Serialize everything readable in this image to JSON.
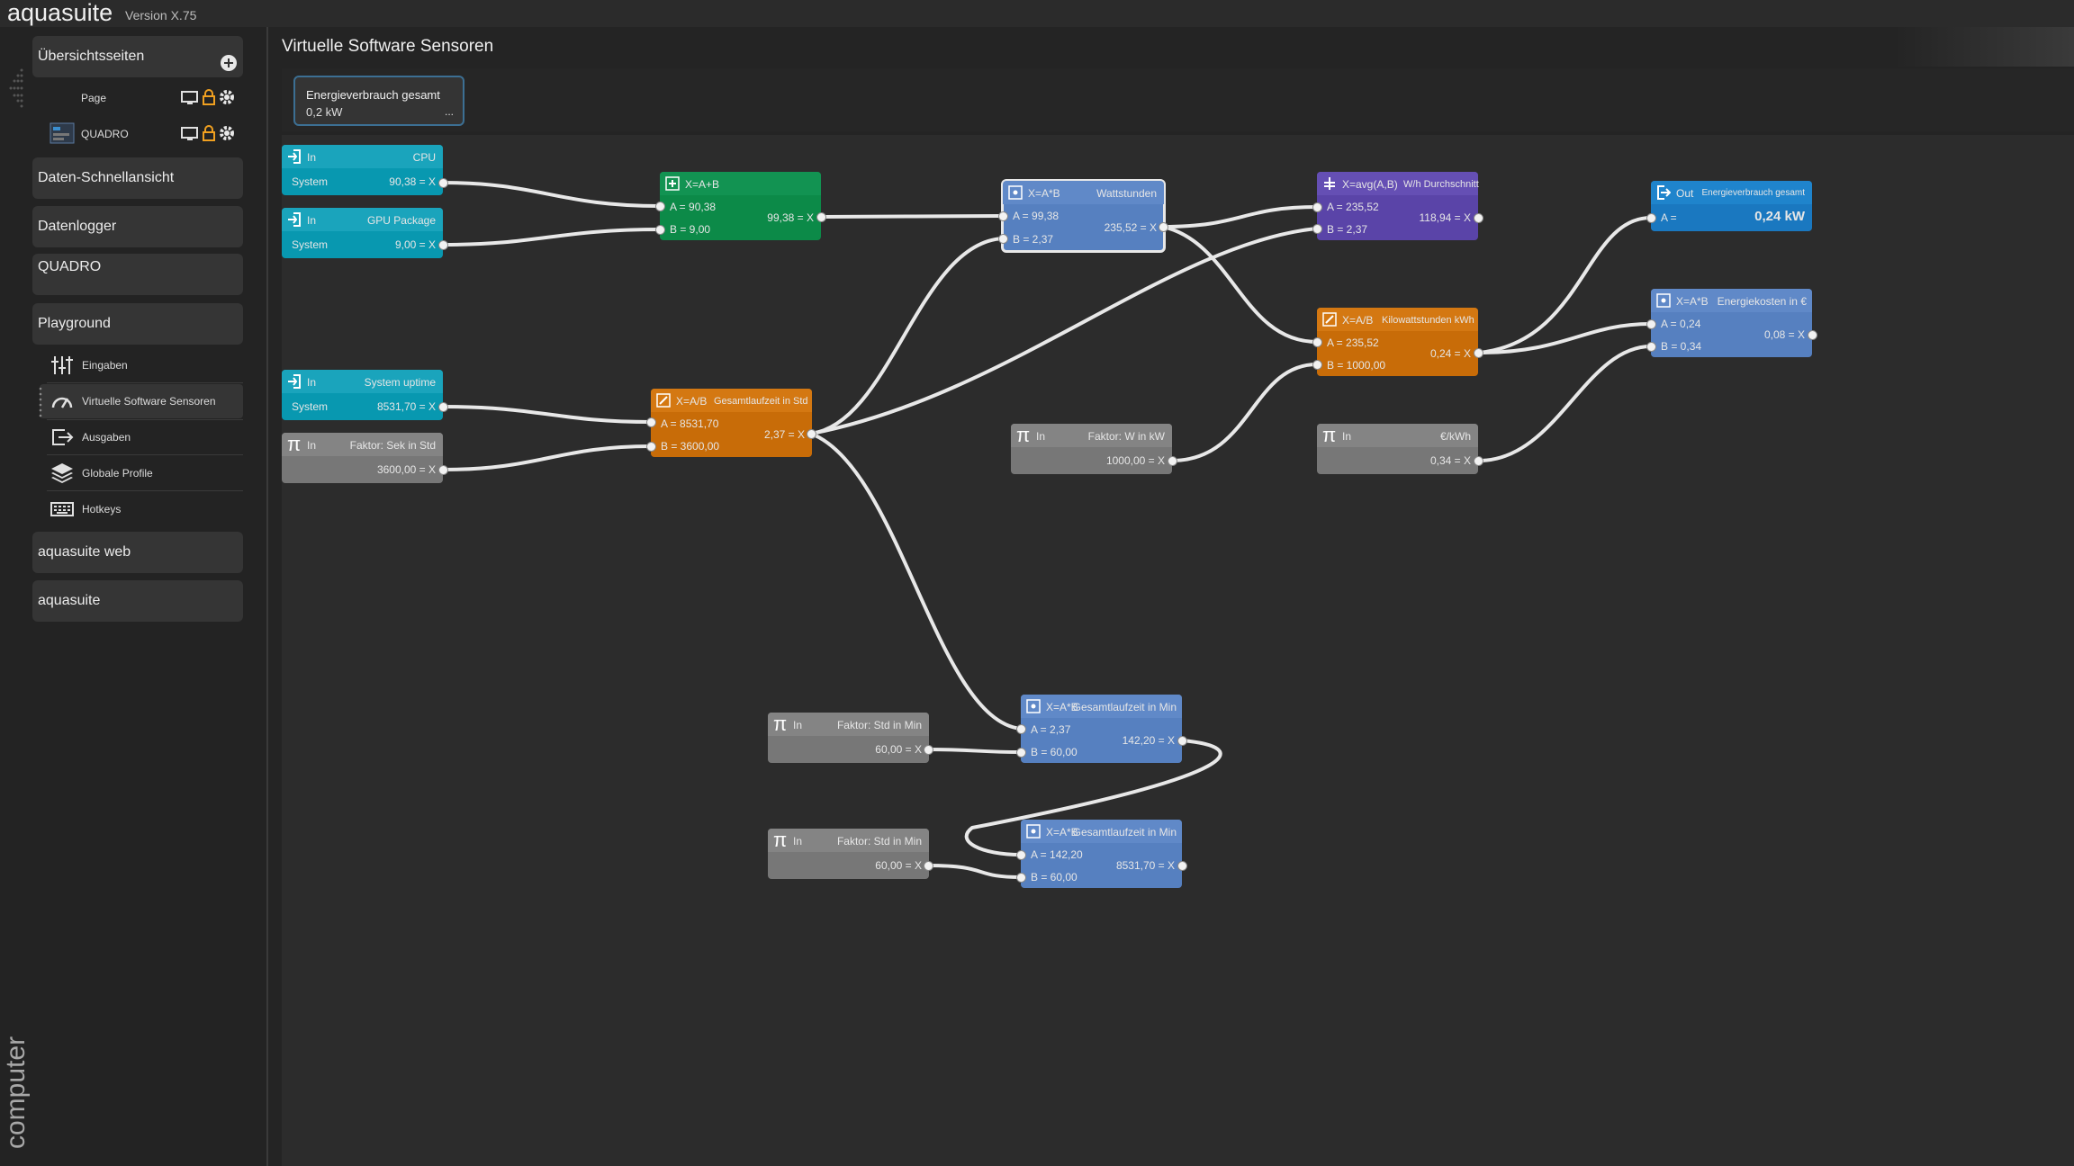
{
  "app": {
    "title": "aquasuite",
    "version": "Version X.75",
    "brand_vertical": "computer"
  },
  "sidebar": {
    "sections": [
      {
        "label": "Übersichtsseiten"
      },
      {
        "label": "Daten-Schnellansicht"
      },
      {
        "label": "Datenlogger"
      },
      {
        "label": "QUADRO"
      },
      {
        "label": "Playground"
      },
      {
        "label": "aquasuite web"
      },
      {
        "label": "aquasuite"
      }
    ],
    "overview_pages": [
      {
        "label": "Page"
      },
      {
        "label": "QUADRO"
      }
    ],
    "playground_items": [
      {
        "label": "Eingaben",
        "icon": "sliders-icon"
      },
      {
        "label": "Virtuelle Software Sensoren",
        "icon": "gauge-icon"
      },
      {
        "label": "Ausgaben",
        "icon": "export-icon"
      },
      {
        "label": "Globale Profile",
        "icon": "layers-icon"
      },
      {
        "label": "Hotkeys",
        "icon": "keyboard-icon"
      }
    ]
  },
  "page": {
    "title": "Virtuelle Software Sensoren"
  },
  "overview_tile": {
    "label": "Energieverbrauch gesamt",
    "value": "0,2 kW",
    "more": "..."
  },
  "nodes": {
    "cpu": {
      "head": "In",
      "name": "CPU",
      "source": "System",
      "value": "90,38 = X"
    },
    "gpu": {
      "head": "In",
      "name": "GPU Package",
      "source": "System",
      "value": "9,00 = X"
    },
    "uptime": {
      "head": "In",
      "name": "System uptime",
      "source": "System",
      "value": "8531,70 = X"
    },
    "sek": {
      "head": "In",
      "name": "Faktor: Sek in Std",
      "value": "3600,00 = X"
    },
    "sum": {
      "formula": "X=A+B",
      "a": "A = 90,38",
      "b": "B = 9,00",
      "out": "99,38 = X"
    },
    "gesamt_std": {
      "formula": "X=A/B",
      "name": "Gesamtlaufzeit in Std",
      "a": "A = 8531,70",
      "b": "B = 3600,00",
      "out": "2,37 = X"
    },
    "watt": {
      "formula": "X=A*B",
      "name": "Wattstunden",
      "a": "A = 99,38",
      "b": "B = 2,37",
      "out": "235,52 = X"
    },
    "avg": {
      "formula": "X=avg(A,B)",
      "name": "W/h Durchschnitt",
      "a": "A = 235,52",
      "b": "B = 2,37",
      "out": "118,94 = X"
    },
    "kwh": {
      "formula": "X=A/B",
      "name": "Kilowattstunden kWh",
      "a": "A = 235,52",
      "b": "B = 1000,00",
      "out": "0,24 = X"
    },
    "faktor_kw": {
      "head": "In",
      "name": "Faktor: W in kW",
      "value": "1000,00 = X"
    },
    "eur_kwh": {
      "head": "In",
      "name": "€/kWh",
      "value": "0,34 = X"
    },
    "out": {
      "head": "Out",
      "name": "Energieverbrauch gesamt",
      "a": "A =",
      "value": "0,24 kW"
    },
    "kosten": {
      "formula": "X=A*B",
      "name": "Energiekosten in €",
      "a": "A = 0,24",
      "b": "B = 0,34",
      "out": "0,08 = X"
    },
    "std_min1": {
      "head": "In",
      "name": "Faktor: Std in Min",
      "value": "60,00 = X"
    },
    "std_min2": {
      "head": "In",
      "name": "Faktor: Std in Min",
      "value": "60,00 = X"
    },
    "min1": {
      "formula": "X=A*B",
      "name": "Gesamtlaufzeit in Min",
      "a": "A = 2,37",
      "b": "B = 60,00",
      "out": "142,20 = X"
    },
    "min2": {
      "formula": "X=A*B",
      "name": "Gesamtlaufzeit in Min",
      "a": "A = 142,20",
      "b": "B = 60,00",
      "out": "8531,70 = X"
    }
  },
  "colors": {
    "teal": "#0898b0",
    "green": "#0c8a48",
    "blue": "#5680c0",
    "purple": "#5a44a8",
    "orange": "#c86c08",
    "gray": "#777777",
    "out": "#1a78c0"
  }
}
